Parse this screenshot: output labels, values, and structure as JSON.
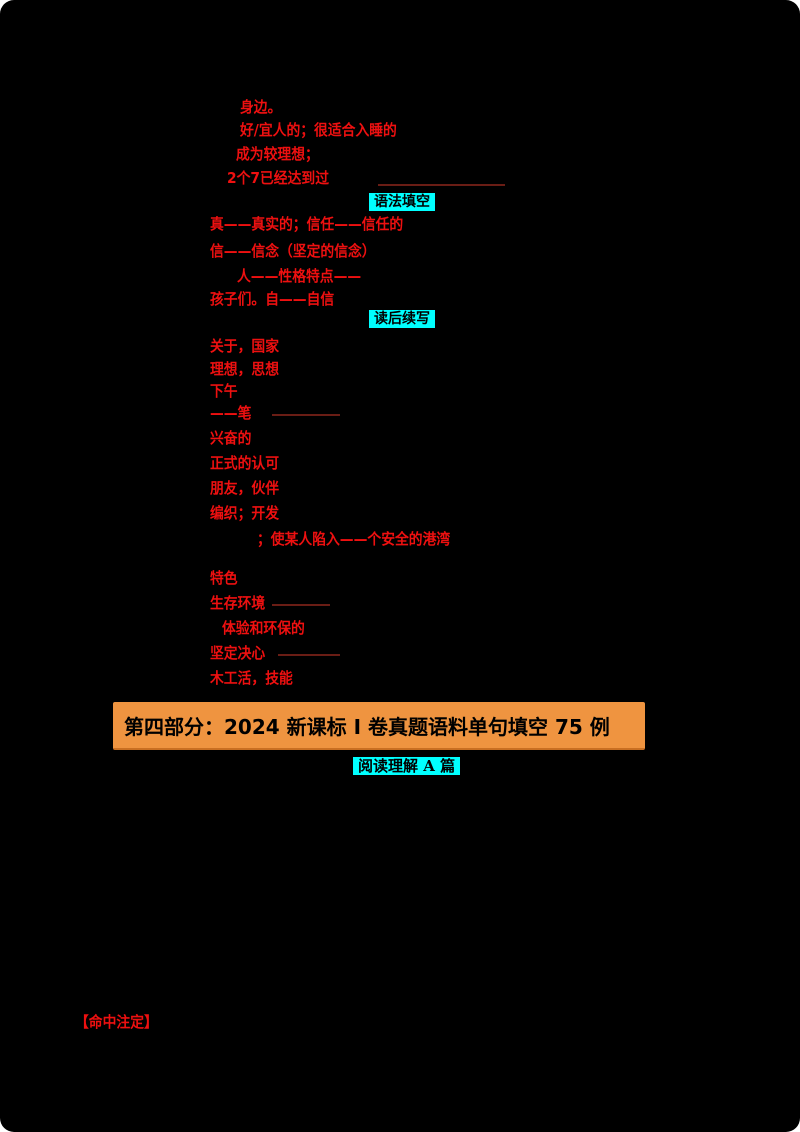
{
  "banner": {
    "text": "第四部分：2024 新课标 I 卷真题语料单句填空 75 例",
    "bg_color": "#ef9440",
    "text_color": "#000000"
  },
  "section_labels": {
    "grammar": "语法填空",
    "continuation": "读后续写",
    "reading": "阅读理解 A 篇",
    "bg_color": "#00ffff",
    "text_color": "#000000"
  },
  "colors": {
    "page_background": "#000000",
    "canvas_corners": "#ffffff",
    "annotation_red": "#ee1010",
    "rule_maroon": "#6a1d15"
  },
  "top_notes": [
    "身边。",
    "好/宜人的；很适合入睡的",
    "成为较理想；",
    "2个7已经达到过"
  ],
  "grammar_notes": [
    "真——真实的；信任——信任的",
    "信——信念（坚定的信念）",
    "人——性格特点——",
    "孩子们。自——自信"
  ],
  "continuation_notes": [
    "关于，国家",
    "理想，思想",
    "下午",
    "——笔",
    "兴奋的",
    "正式的认可",
    "朋友，伙伴",
    "编织；开发",
    "；使某人陷入——个安全的港湾",
    "特色",
    "生存环境",
    "体验和环保的",
    "坚定决心",
    "木工活，技能"
  ],
  "bottom_note": "【命中注定】"
}
